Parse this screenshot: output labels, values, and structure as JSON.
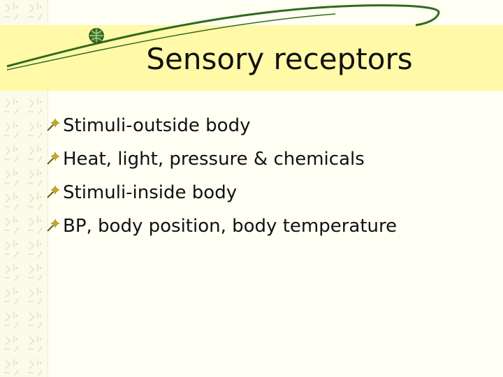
{
  "slide": {
    "title": "Sensory receptors",
    "bullets": [
      "Stimuli-outside body",
      "Heat, light, pressure & chemicals",
      "Stimuli-inside body",
      "BP, body position, body temperature"
    ]
  },
  "colors": {
    "background": "#fffff4",
    "title_band": "#fff9a8",
    "swoosh": "#2e6b1c",
    "text": "#111111",
    "bullet_icon": "#8a7a1a"
  },
  "icons": {
    "bullet": "flower-bullet-icon",
    "globe": "globe-icon"
  }
}
